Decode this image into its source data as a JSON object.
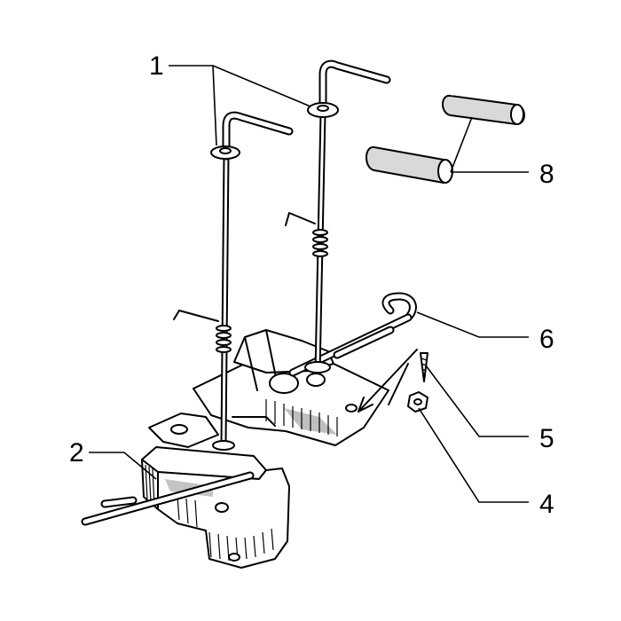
{
  "diagram": {
    "callouts": [
      {
        "id": "c1",
        "label": "1"
      },
      {
        "id": "c2",
        "label": "2"
      },
      {
        "id": "c4",
        "label": "4"
      },
      {
        "id": "c5",
        "label": "5"
      },
      {
        "id": "c6",
        "label": "6"
      },
      {
        "id": "c8",
        "label": "8"
      }
    ],
    "parts": [
      "wire-hook-left",
      "wire-hook-right",
      "lower-bracket",
      "upper-plate",
      "upper-wire-rod",
      "lower-wire-rod",
      "rubber-grip-upper",
      "rubber-grip-lower",
      "screw",
      "nut"
    ]
  }
}
